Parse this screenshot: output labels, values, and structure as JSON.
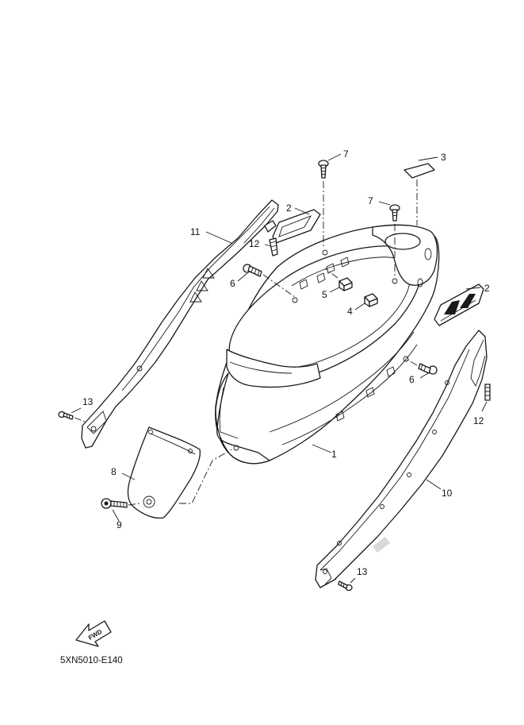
{
  "callouts": {
    "c1": "1",
    "c2a": "2",
    "c2b": "2",
    "c3": "3",
    "c4": "4",
    "c5": "5",
    "c6a": "6",
    "c6b": "6",
    "c7a": "7",
    "c7b": "7",
    "c8": "8",
    "c9": "9",
    "c10": "10",
    "c11": "11",
    "c12a": "12",
    "c12b": "12",
    "c13a": "13",
    "c13b": "13"
  },
  "fwd_label": "FWD",
  "diagram_code": "5XN5010-E140"
}
